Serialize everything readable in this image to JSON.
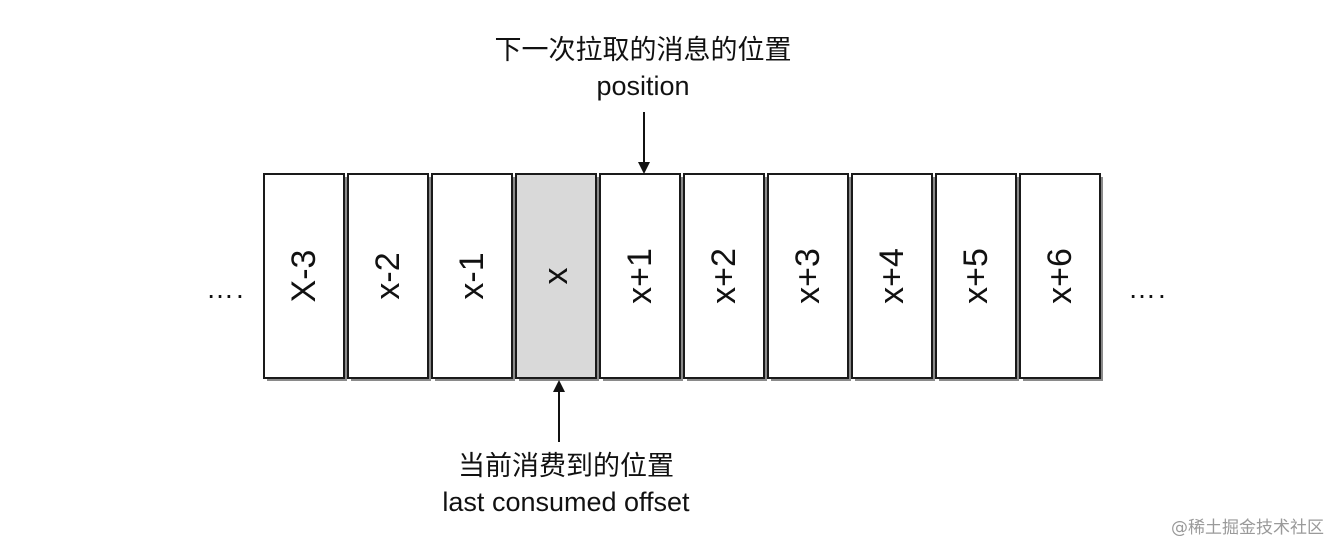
{
  "top_annotation": {
    "line1": "下一次拉取的消息的位置",
    "line2": "position"
  },
  "bottom_annotation": {
    "line1": "当前消费到的位置",
    "line2": "last consumed offset"
  },
  "ellipsis_left": "….",
  "ellipsis_right": "….",
  "cells": [
    {
      "label": "X-3",
      "highlighted": false
    },
    {
      "label": "x-2",
      "highlighted": false
    },
    {
      "label": "x-1",
      "highlighted": false
    },
    {
      "label": "x",
      "highlighted": true
    },
    {
      "label": "x+1",
      "highlighted": false
    },
    {
      "label": "x+2",
      "highlighted": false
    },
    {
      "label": "x+3",
      "highlighted": false
    },
    {
      "label": "x+4",
      "highlighted": false
    },
    {
      "label": "x+5",
      "highlighted": false
    },
    {
      "label": "x+6",
      "highlighted": false
    }
  ],
  "colors": {
    "cell_fill": "#ffffff",
    "highlight_fill": "#d9d9d9",
    "shadow": "#8a8a8a",
    "stroke": "#1a1a1a"
  },
  "watermark": "@稀土掘金技术社区"
}
